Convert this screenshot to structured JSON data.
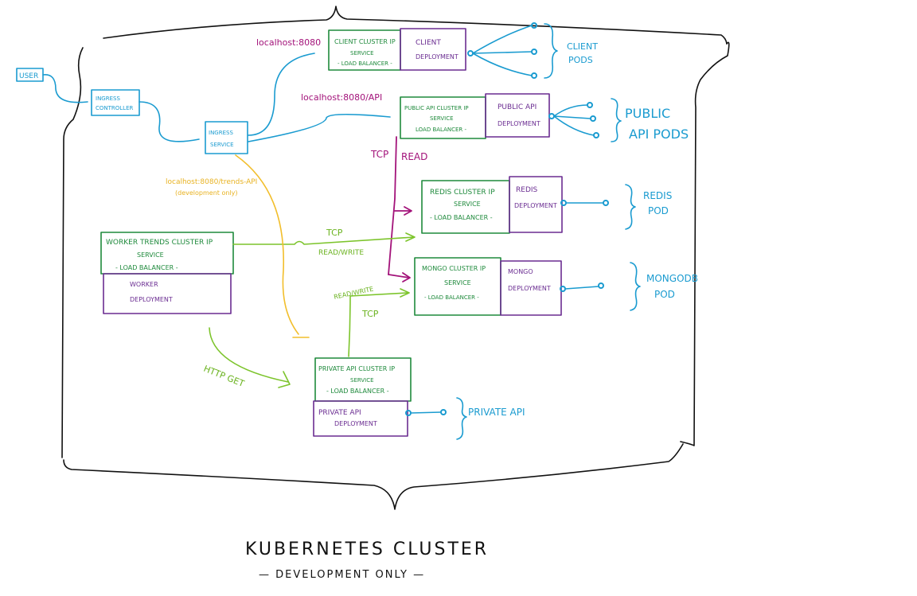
{
  "diagram": {
    "title": "KUBERNETES CLUSTER",
    "subtitle": "— DEVELOPMENT ONLY —",
    "user": "USER",
    "ingress_controller": [
      "INGRESS",
      "CONTROLLER"
    ],
    "ingress_service": [
      "INGRESS",
      "SERVICE"
    ],
    "client_service": [
      "CLIENT CLUSTER IP",
      "SERVICE",
      "- LOAD BALANCER -"
    ],
    "client_deployment": [
      "CLIENT",
      "DEPLOYMENT"
    ],
    "client_pods": [
      "CLIENT",
      "PODS"
    ],
    "public_service": [
      "PUBLIC API CLUSTER IP",
      "SERVICE",
      "LOAD BALANCER -"
    ],
    "public_deployment": [
      "PUBLIC API",
      "DEPLOYMENT"
    ],
    "public_pods": [
      "PUBLIC",
      "API PODS"
    ],
    "redis_service": [
      "REDIS CLUSTER IP",
      "SERVICE",
      "- LOAD BALANCER -"
    ],
    "redis_deployment": [
      "REDIS",
      "DEPLOYMENT"
    ],
    "redis_pod": [
      "REDIS",
      "POD"
    ],
    "mongo_service": [
      "MONGO CLUSTER IP",
      "SERVICE",
      "- LOAD BALANCER -"
    ],
    "mongo_deployment": [
      "MONGO",
      "DEPLOYMENT"
    ],
    "mongo_pod": [
      "MONGODB",
      "POD"
    ],
    "worker_service": [
      "WORKER TRENDS CLUSTER IP",
      "SERVICE",
      "- LOAD BALANCER -"
    ],
    "worker_deployment": [
      "WORKER",
      "DEPLOYMENT"
    ],
    "private_service": [
      "PRIVATE API CLUSTER IP",
      "SERVICE",
      "- LOAD BALANCER -"
    ],
    "private_deployment": [
      "PRIVATE API",
      "DEPLOYMENT"
    ],
    "private_pod": "PRIVATE API",
    "label_localhost_client": "localhost:8080",
    "label_localhost_api": "localhost:8080/API",
    "label_trends": [
      "localhost:8080/trends-API",
      "(development only)"
    ],
    "label_tcp_read": "TCP",
    "label_read": "READ",
    "label_tcp_worker": "TCP",
    "label_read_write_worker": "READ/WRITE",
    "label_read_write_private": "READ/WRITE",
    "label_tcp_private": "TCP",
    "label_http_get": "HTTP GET"
  },
  "colors": {
    "blue": "#1a9bd0",
    "green": "#1f8a3c",
    "purple": "#6a2c91",
    "magenta": "#a3137a",
    "lime": "#7cc42b",
    "yellow": "#f2be2b",
    "black": "#111111"
  }
}
